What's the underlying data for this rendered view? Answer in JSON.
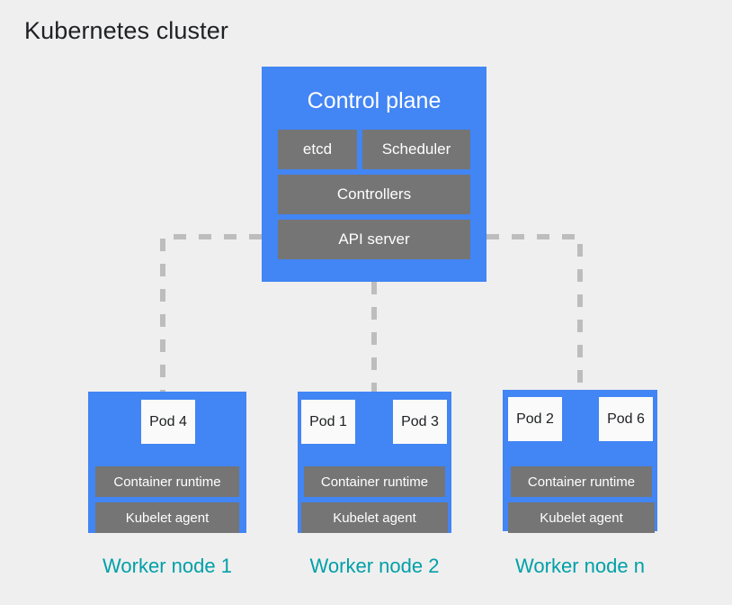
{
  "page": {
    "title": "Kubernetes cluster",
    "background_color": "#efefef"
  },
  "colors": {
    "node_blue": "#4285f4",
    "component_gray": "#757575",
    "pod_white": "#fafafa",
    "caption_teal": "#00a0a8",
    "connector_gray": "#bdbdbd",
    "title_text": "#202124"
  },
  "control_plane": {
    "title": "Control plane",
    "components": [
      {
        "label": "etcd"
      },
      {
        "label": "Scheduler"
      },
      {
        "label": "Controllers"
      },
      {
        "label": "API server"
      }
    ]
  },
  "worker_nodes": [
    {
      "caption": "Worker node 1",
      "pods": [
        {
          "label": "Pod 4"
        }
      ],
      "runtime_label": "Container runtime",
      "kubelet_label": "Kubelet agent"
    },
    {
      "caption": "Worker node 2",
      "pods": [
        {
          "label": "Pod 1"
        },
        {
          "label": "Pod 3"
        }
      ],
      "runtime_label": "Container runtime",
      "kubelet_label": "Kubelet agent"
    },
    {
      "caption": "Worker node n",
      "pods": [
        {
          "label": "Pod 2"
        },
        {
          "label": "Pod 6"
        }
      ],
      "runtime_label": "Container runtime",
      "kubelet_label": "Kubelet agent"
    }
  ],
  "connectors": {
    "style": "dashed",
    "description": "API server connects to each worker node"
  }
}
